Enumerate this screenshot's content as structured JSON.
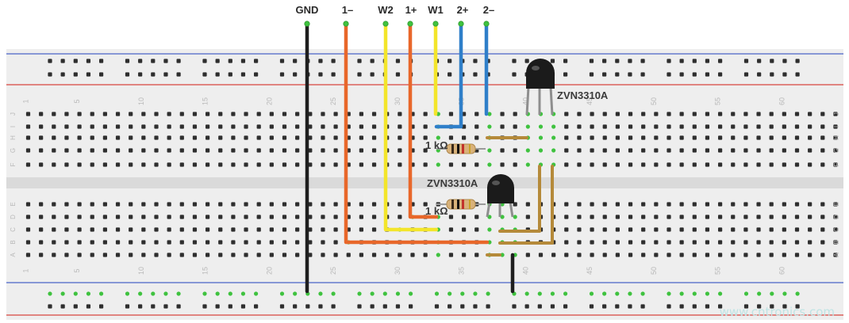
{
  "wire_labels": {
    "gnd": "GND",
    "one_minus": "1–",
    "w2": "W2",
    "one_plus": "1+",
    "w1": "W1",
    "two_plus": "2+",
    "two_minus": "2–"
  },
  "components": {
    "transistor_top_label": "ZVN3310A",
    "transistor_bottom_label": "ZVN3310A",
    "resistor_top_label": "1 kΩ",
    "resistor_bottom_label": "1 kΩ"
  },
  "breadboard": {
    "column_numbers": [
      "1",
      "5",
      "10",
      "15",
      "20",
      "25",
      "30",
      "35",
      "40",
      "45",
      "50",
      "55",
      "60"
    ],
    "row_letters_top": [
      "J",
      "I",
      "H",
      "G",
      "F"
    ],
    "row_letters_bottom": [
      "E",
      "D",
      "C",
      "B",
      "A"
    ]
  },
  "colors": {
    "gnd_wire": "#1e1e1e",
    "one_minus_wire": "#e8672a",
    "w2_wire": "#f3e52a",
    "one_plus_wire": "#e8672a",
    "w1_wire": "#f3e52a",
    "two_plus_wire": "#2f7fc9",
    "two_minus_wire": "#2f7fc9",
    "jumper_wire": "#b58a3a",
    "active_hole": "#3fc23f"
  },
  "watermark": "www.cntronics.com"
}
